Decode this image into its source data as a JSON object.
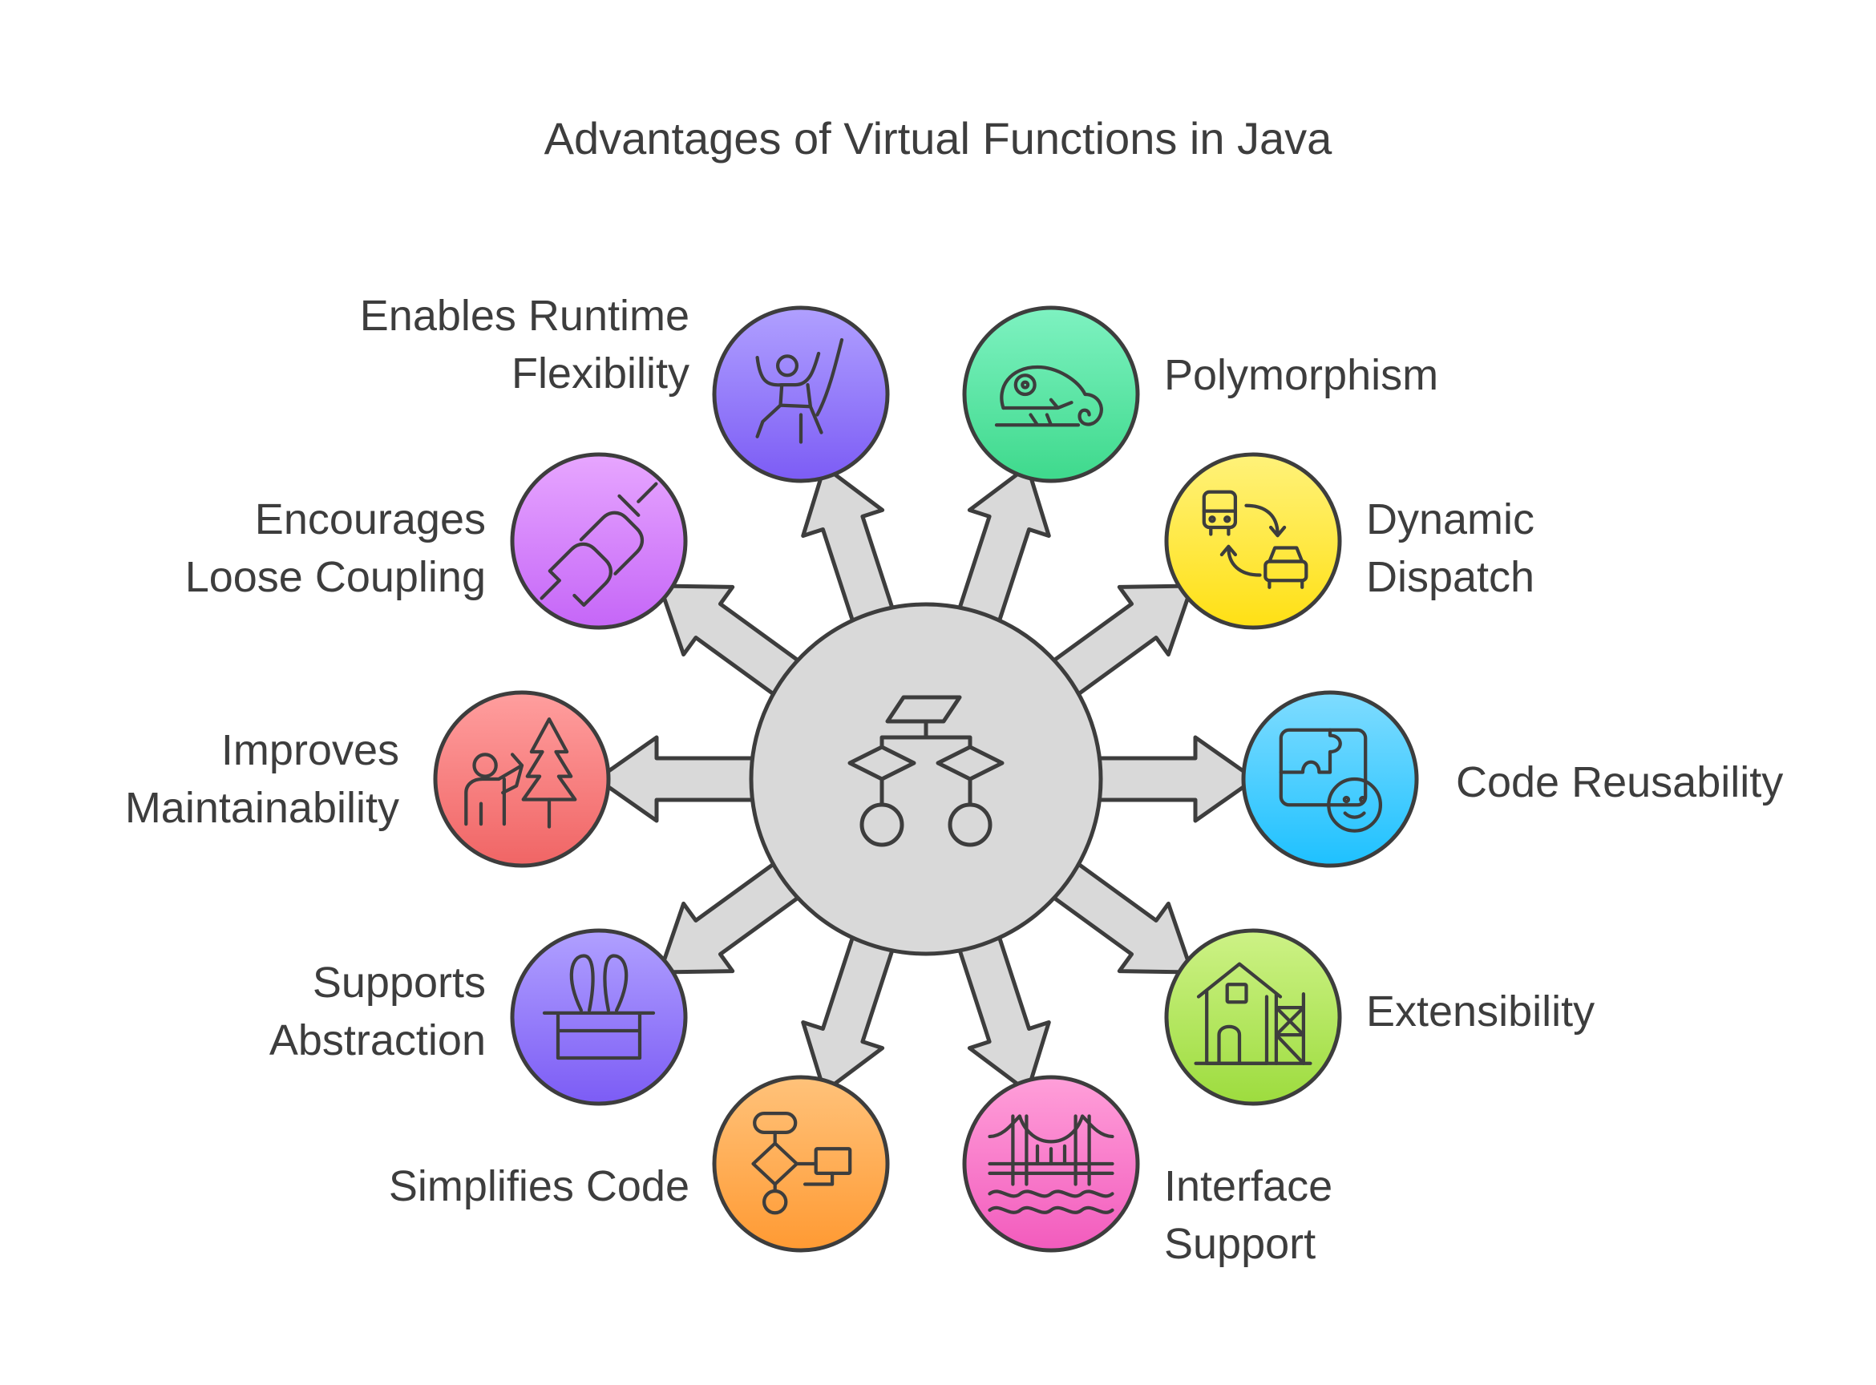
{
  "title": "Advantages of Virtual Functions in Java",
  "center": {
    "icon": "flowchart-hierarchy-icon",
    "color": "#d9d9d9"
  },
  "items": [
    {
      "id": "runtime-flexibility",
      "lines": [
        "Enables Runtime",
        "Flexibility"
      ],
      "icon": "gymnast-icon",
      "color_top": "#b0a0ff",
      "color_bottom": "#7c5cf5"
    },
    {
      "id": "polymorphism",
      "lines": [
        "Polymorphism"
      ],
      "icon": "chameleon-icon",
      "color_top": "#7ef2c1",
      "color_bottom": "#3ed98c"
    },
    {
      "id": "dynamic-dispatch",
      "lines": [
        "Dynamic",
        "Dispatch"
      ],
      "icon": "vehicle-swap-icon",
      "color_top": "#fff27a",
      "color_bottom": "#ffe014"
    },
    {
      "id": "code-reusability",
      "lines": [
        "Code Reusability"
      ],
      "icon": "puzzle-face-icon",
      "color_top": "#7fdcff",
      "color_bottom": "#1ec1ff"
    },
    {
      "id": "extensibility",
      "lines": [
        "Extensibility"
      ],
      "icon": "house-scaffold-icon",
      "color_top": "#cdf286",
      "color_bottom": "#9ddc3e"
    },
    {
      "id": "interface-support",
      "lines": [
        "Interface",
        "Support"
      ],
      "icon": "bridge-icon",
      "color_top": "#ff9fd9",
      "color_bottom": "#f25bbd"
    },
    {
      "id": "simplifies-code",
      "lines": [
        "Simplifies Code"
      ],
      "icon": "flowchart-icon",
      "color_top": "#ffc27a",
      "color_bottom": "#ff9a33"
    },
    {
      "id": "supports-abstraction",
      "lines": [
        "Supports",
        "Abstraction"
      ],
      "icon": "magic-hat-icon",
      "color_top": "#b0a0ff",
      "color_bottom": "#7c5cf5"
    },
    {
      "id": "improves-maintainability",
      "lines": [
        "Improves",
        "Maintainability"
      ],
      "icon": "forest-worker-icon",
      "color_top": "#ff9e9e",
      "color_bottom": "#f06565"
    },
    {
      "id": "loose-coupling",
      "lines": [
        "Encourages",
        "Loose Coupling"
      ],
      "icon": "chain-link-icon",
      "color_top": "#e7a6ff",
      "color_bottom": "#c566f7"
    }
  ]
}
